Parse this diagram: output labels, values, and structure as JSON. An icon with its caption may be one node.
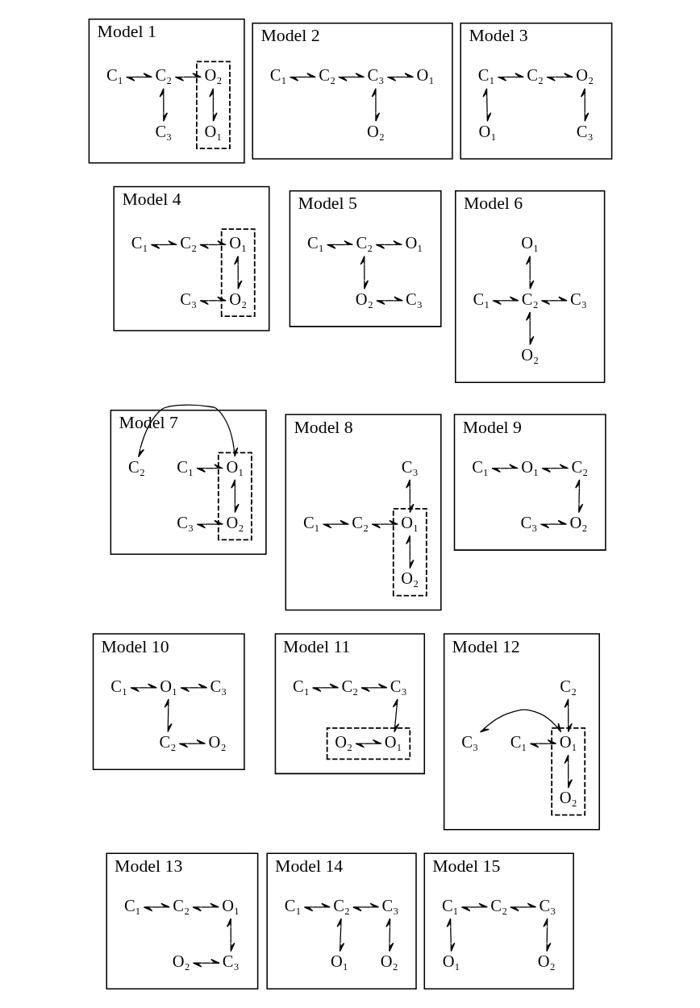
{
  "diagram": {
    "nodes": [
      {
        "text": [
          "Model 1"
        ]
      },
      {
        "text": [
          "C₁"
        ],
        "in": 0
      },
      {
        "text": [
          "C₂"
        ],
        "in": 0
      },
      {
        "text": [],
        "shape": "box",
        "in": 0
      },
      {
        "text": [
          "O₂"
        ],
        "in": 3
      },
      {
        "text": [
          "O₁"
        ],
        "in": 3
      },
      {
        "text": [
          "C₃"
        ],
        "in": 0
      },
      {
        "text": [
          "Model 2"
        ]
      },
      {
        "text": [
          "C₁"
        ],
        "in": 7
      },
      {
        "text": [
          "C₂"
        ],
        "in": 7
      },
      {
        "text": [
          "C₃"
        ],
        "in": 7
      },
      {
        "text": [
          "O₁"
        ],
        "in": 7
      },
      {
        "text": [
          "O₂"
        ],
        "in": 7
      },
      {
        "text": [
          "Model 3"
        ]
      },
      {
        "text": [
          "C₁"
        ],
        "in": 13
      },
      {
        "text": [
          "C₂"
        ],
        "in": 13
      },
      {
        "text": [
          "O₂"
        ],
        "in": 13
      },
      {
        "text": [
          "O₁"
        ],
        "in": 13
      },
      {
        "text": [
          "C₃"
        ],
        "in": 13
      },
      {
        "text": [
          "Model 4"
        ]
      },
      {
        "text": [
          "C₁"
        ],
        "in": 19
      },
      {
        "text": [
          "C₂"
        ],
        "in": 19
      },
      {
        "text": [],
        "shape": "box",
        "in": 19
      },
      {
        "text": [
          "O₁"
        ],
        "in": 22
      },
      {
        "text": [
          "O₂"
        ],
        "in": 22
      },
      {
        "text": [
          "C₃"
        ],
        "in": 19
      },
      {
        "text": [
          "Model 5"
        ]
      },
      {
        "text": [
          "C₁"
        ],
        "in": 26
      },
      {
        "text": [
          "C₂"
        ],
        "in": 26
      },
      {
        "text": [
          "O₁"
        ],
        "in": 26
      },
      {
        "text": [
          "O₂"
        ],
        "in": 26
      },
      {
        "text": [
          "C₃"
        ],
        "in": 26
      },
      {
        "text": [
          "Model 6"
        ]
      },
      {
        "text": [
          "O₁"
        ],
        "in": 32
      },
      {
        "text": [
          "C₁"
        ],
        "in": 32
      },
      {
        "text": [
          "C₂"
        ],
        "in": 32
      },
      {
        "text": [
          "C₃"
        ],
        "in": 32
      },
      {
        "text": [
          "O₂"
        ],
        "in": 32
      },
      {
        "text": [
          "Model 7"
        ]
      },
      {
        "text": [
          "C₁"
        ],
        "in": 38
      },
      {
        "text": [],
        "shape": "box",
        "in": 38
      },
      {
        "text": [
          "O₁"
        ],
        "in": 40
      },
      {
        "text": [
          "O₂"
        ],
        "in": 40
      },
      {
        "text": [
          "C₂"
        ],
        "in": 38
      },
      {
        "text": [
          "C₃"
        ],
        "in": 38
      },
      {
        "text": [
          "Model 8"
        ]
      },
      {
        "text": [
          "C₃"
        ],
        "in": 45
      },
      {
        "text": [
          "C₁"
        ],
        "in": 45
      },
      {
        "text": [
          "C₂"
        ],
        "in": 45
      },
      {
        "text": [],
        "shape": "box",
        "in": 45
      },
      {
        "text": [
          "O₁"
        ],
        "in": 49
      },
      {
        "text": [
          "O₂"
        ],
        "in": 49
      },
      {
        "text": [
          "Model 9"
        ]
      },
      {
        "text": [
          "C₁"
        ],
        "in": 52
      },
      {
        "text": [
          "O₁"
        ],
        "in": 52
      },
      {
        "text": [
          "C₂"
        ],
        "in": 52
      },
      {
        "text": [
          "C₃"
        ],
        "in": 52
      },
      {
        "text": [
          "O₂"
        ],
        "in": 52
      },
      {
        "text": [
          "Model 10"
        ]
      },
      {
        "text": [
          "C₁"
        ],
        "in": 58
      },
      {
        "text": [
          "O₁"
        ],
        "in": 58
      },
      {
        "text": [
          "C₃"
        ],
        "in": 58
      },
      {
        "text": [
          "C₂"
        ],
        "in": 58
      },
      {
        "text": [
          "O₂"
        ],
        "in": 58
      },
      {
        "text": [
          "Model 11"
        ]
      },
      {
        "text": [
          "C₁"
        ],
        "in": 64
      },
      {
        "text": [
          "C₂"
        ],
        "in": 64
      },
      {
        "text": [
          "C₃"
        ],
        "in": 64
      },
      {
        "text": [],
        "shape": "box",
        "in": 64
      },
      {
        "text": [
          "O₂"
        ],
        "in": 68
      },
      {
        "text": [
          "O₁"
        ],
        "in": 68
      },
      {
        "text": [
          "Model 12"
        ]
      },
      {
        "text": [
          "C₂"
        ],
        "in": 71
      },
      {
        "text": [
          "C₁"
        ],
        "in": 71
      },
      {
        "text": [],
        "shape": "box",
        "in": 71
      },
      {
        "text": [
          "O₁"
        ],
        "in": 74
      },
      {
        "text": [
          "O₂"
        ],
        "in": 74
      },
      {
        "text": [
          "C₃"
        ],
        "in": 71
      },
      {
        "text": [
          "Model 13"
        ]
      },
      {
        "text": [
          "C₁"
        ],
        "in": 78
      },
      {
        "text": [
          "C₂"
        ],
        "in": 78
      },
      {
        "text": [
          "O₁"
        ],
        "in": 78
      },
      {
        "text": [
          "O₂"
        ],
        "in": 78
      },
      {
        "text": [
          "C₃"
        ],
        "in": 78
      },
      {
        "text": [
          "Model 14"
        ]
      },
      {
        "text": [
          "C₁"
        ],
        "in": 84
      },
      {
        "text": [
          "C₂"
        ],
        "in": 84
      },
      {
        "text": [
          "C₃"
        ],
        "in": 84
      },
      {
        "text": [
          "O₁"
        ],
        "in": 84
      },
      {
        "text": [
          "O₂"
        ],
        "in": 84
      },
      {
        "text": [
          "Model 15"
        ]
      },
      {
        "text": [
          "C₁"
        ],
        "in": 90
      },
      {
        "text": [
          "C₂"
        ],
        "in": 90
      },
      {
        "text": [
          "C₃"
        ],
        "in": 90
      },
      {
        "text": [
          "O₁"
        ],
        "in": 90
      },
      {
        "text": [
          "O₂"
        ],
        "in": 90
      }
    ],
    "edges": [
      {
        "from": 1,
        "to": 2,
        "arrow": "both"
      },
      {
        "from": 2,
        "to": 4,
        "arrow": "both"
      },
      {
        "from": 2,
        "to": 6,
        "arrow": "both"
      },
      {
        "from": 4,
        "to": 5,
        "arrow": "both"
      },
      {
        "from": 8,
        "to": 9,
        "arrow": "both"
      },
      {
        "from": 9,
        "to": 10,
        "arrow": "both"
      },
      {
        "from": 10,
        "to": 11,
        "arrow": "both"
      },
      {
        "from": 10,
        "to": 12,
        "arrow": "both"
      },
      {
        "from": 14,
        "to": 15,
        "arrow": "both"
      },
      {
        "from": 15,
        "to": 16,
        "arrow": "both"
      },
      {
        "from": 14,
        "to": 17,
        "arrow": "both"
      },
      {
        "from": 16,
        "to": 18,
        "arrow": "both"
      },
      {
        "from": 20,
        "to": 21,
        "arrow": "both"
      },
      {
        "from": 21,
        "to": 23,
        "arrow": "both"
      },
      {
        "from": 23,
        "to": 24,
        "arrow": "both"
      },
      {
        "from": 25,
        "to": 24,
        "arrow": "both"
      },
      {
        "from": 27,
        "to": 28,
        "arrow": "both"
      },
      {
        "from": 28,
        "to": 29,
        "arrow": "both"
      },
      {
        "from": 28,
        "to": 30,
        "arrow": "both"
      },
      {
        "from": 30,
        "to": 31,
        "arrow": "both"
      },
      {
        "from": 33,
        "to": 35,
        "arrow": "both"
      },
      {
        "from": 34,
        "to": 35,
        "arrow": "both"
      },
      {
        "from": 35,
        "to": 36,
        "arrow": "both"
      },
      {
        "from": 35,
        "to": 37,
        "arrow": "both"
      },
      {
        "from": 39,
        "to": 41,
        "arrow": "both"
      },
      {
        "from": 41,
        "to": 43,
        "arrow": "both"
      },
      {
        "from": 41,
        "to": 42,
        "arrow": "both"
      },
      {
        "from": 42,
        "to": 44,
        "arrow": "both"
      },
      {
        "from": 46,
        "to": 50,
        "arrow": "both"
      },
      {
        "from": 47,
        "to": 48,
        "arrow": "both"
      },
      {
        "from": 48,
        "to": 50,
        "arrow": "both"
      },
      {
        "from": 50,
        "to": 51,
        "arrow": "both"
      },
      {
        "from": 53,
        "to": 54,
        "arrow": "both"
      },
      {
        "from": 54,
        "to": 55,
        "arrow": "both"
      },
      {
        "from": 55,
        "to": 57,
        "arrow": "both"
      },
      {
        "from": 56,
        "to": 57,
        "arrow": "both"
      },
      {
        "from": 59,
        "to": 60,
        "arrow": "both"
      },
      {
        "from": 60,
        "to": 61,
        "arrow": "both"
      },
      {
        "from": 60,
        "to": 62,
        "arrow": "both"
      },
      {
        "from": 62,
        "to": 63,
        "arrow": "both"
      },
      {
        "from": 65,
        "to": 66,
        "arrow": "both"
      },
      {
        "from": 66,
        "to": 67,
        "arrow": "both"
      },
      {
        "from": 67,
        "to": 70,
        "arrow": "both"
      },
      {
        "from": 69,
        "to": 70,
        "arrow": "both"
      },
      {
        "from": 72,
        "to": 75,
        "arrow": "both"
      },
      {
        "from": 73,
        "to": 75,
        "arrow": "both"
      },
      {
        "from": 75,
        "to": 77,
        "arrow": "both"
      },
      {
        "from": 75,
        "to": 76,
        "arrow": "both"
      },
      {
        "from": 79,
        "to": 80,
        "arrow": "both"
      },
      {
        "from": 80,
        "to": 81,
        "arrow": "both"
      },
      {
        "from": 81,
        "to": 83,
        "arrow": "both"
      },
      {
        "from": 82,
        "to": 83,
        "arrow": "both"
      },
      {
        "from": 85,
        "to": 86,
        "arrow": "both"
      },
      {
        "from": 86,
        "to": 87,
        "arrow": "both"
      },
      {
        "from": 86,
        "to": 88,
        "arrow": "both"
      },
      {
        "from": 87,
        "to": 89,
        "arrow": "both"
      },
      {
        "from": 91,
        "to": 92,
        "arrow": "both"
      },
      {
        "from": 92,
        "to": 93,
        "arrow": "both"
      },
      {
        "from": 91,
        "to": 94,
        "arrow": "both"
      },
      {
        "from": 93,
        "to": 95,
        "arrow": "both"
      }
    ]
  }
}
